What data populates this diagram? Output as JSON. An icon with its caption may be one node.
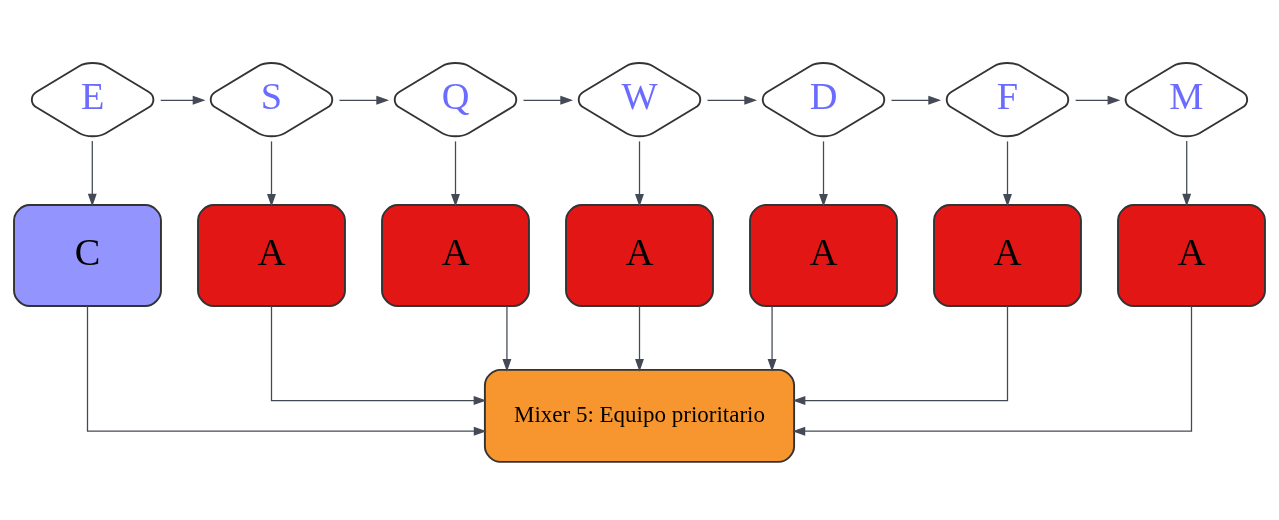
{
  "diagram": {
    "nodes": [
      {
        "text": [
          "E"
        ]
      },
      {
        "text": [
          "S"
        ]
      },
      {
        "text": [
          "Q"
        ]
      },
      {
        "text": [
          "W"
        ]
      },
      {
        "text": [
          "D"
        ]
      },
      {
        "text": [
          "F"
        ]
      },
      {
        "text": [
          "M"
        ]
      },
      {
        "text": [
          "C"
        ]
      },
      {
        "text": [
          "A"
        ]
      },
      {
        "text": [
          "A"
        ]
      },
      {
        "text": [
          "A"
        ]
      },
      {
        "text": [
          "A"
        ]
      },
      {
        "text": [
          "A"
        ]
      },
      {
        "text": [
          "A"
        ]
      },
      {
        "text": [
          "Mixer 5: Equipo prioritario"
        ]
      }
    ],
    "edges": [
      {
        "from": 0,
        "to": 1,
        "arrow": "to"
      },
      {
        "from": 1,
        "to": 2,
        "arrow": "to"
      },
      {
        "from": 2,
        "to": 3,
        "arrow": "to"
      },
      {
        "from": 3,
        "to": 4,
        "arrow": "to"
      },
      {
        "from": 4,
        "to": 5,
        "arrow": "to"
      },
      {
        "from": 5,
        "to": 6,
        "arrow": "to"
      },
      {
        "from": 0,
        "to": 7,
        "arrow": "to"
      },
      {
        "from": 1,
        "to": 8,
        "arrow": "to"
      },
      {
        "from": 2,
        "to": 9,
        "arrow": "to"
      },
      {
        "from": 3,
        "to": 10,
        "arrow": "to"
      },
      {
        "from": 4,
        "to": 11,
        "arrow": "to"
      },
      {
        "from": 5,
        "to": 12,
        "arrow": "to"
      },
      {
        "from": 6,
        "to": 13,
        "arrow": "to"
      },
      {
        "from": 7,
        "to": 14,
        "arrow": "to"
      },
      {
        "from": 8,
        "to": 14,
        "arrow": "to"
      },
      {
        "from": 9,
        "to": 14,
        "arrow": "to"
      },
      {
        "from": 10,
        "to": 14,
        "arrow": "to"
      },
      {
        "from": 11,
        "to": 14,
        "arrow": "to"
      },
      {
        "from": 12,
        "to": 14,
        "arrow": "to"
      },
      {
        "from": 13,
        "to": 14,
        "arrow": "to"
      }
    ]
  }
}
